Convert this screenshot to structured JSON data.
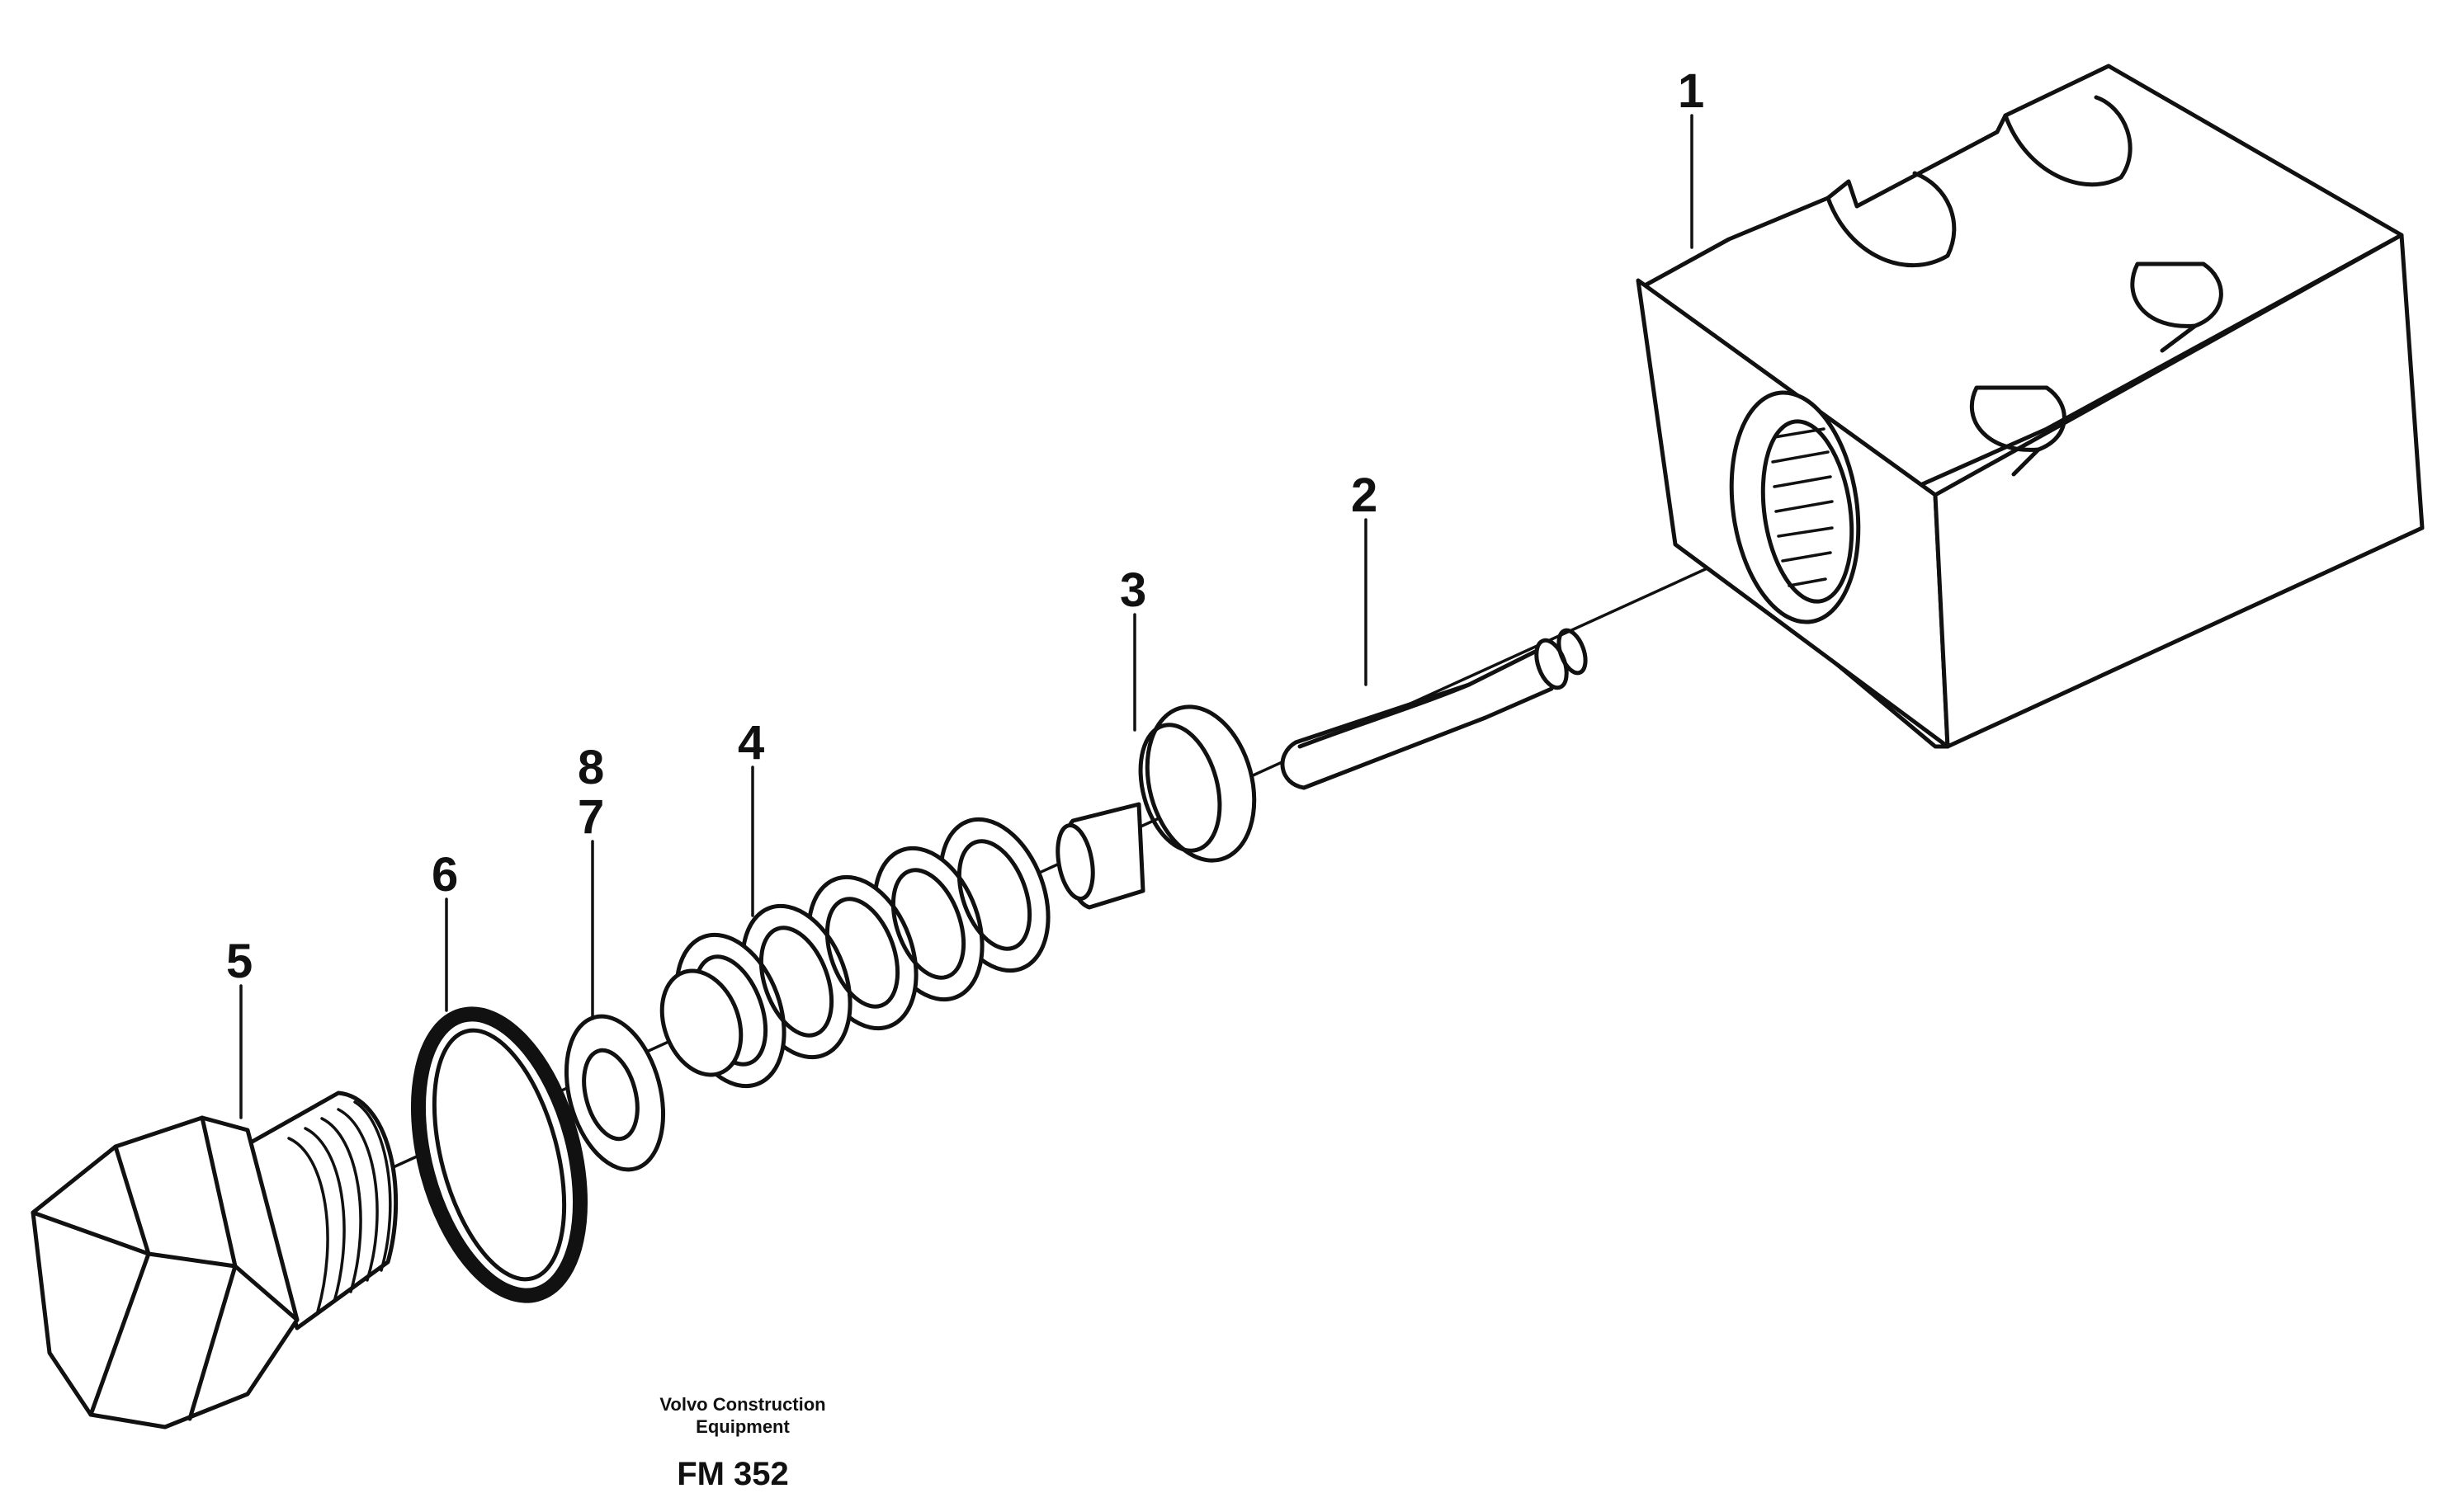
{
  "callouts": {
    "p1": "1",
    "p2": "2",
    "p3": "3",
    "p4": "4",
    "p5": "5",
    "p6": "6",
    "p7": "7",
    "p8": "8"
  },
  "caption": {
    "line1": "Volvo Construction",
    "line2": "Equipment",
    "code": "FM 352"
  }
}
